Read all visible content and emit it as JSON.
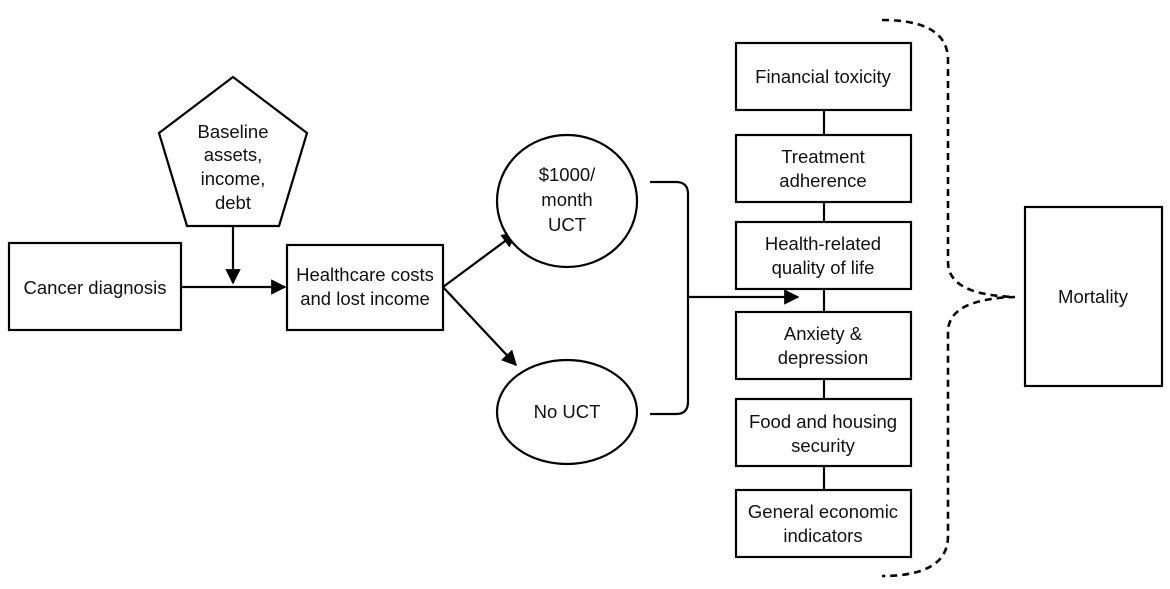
{
  "nodes": {
    "cancer_diagnosis": "Cancer diagnosis",
    "baseline": [
      "Baseline",
      "assets,",
      "income,",
      "debt"
    ],
    "healthcare_costs": [
      "Healthcare costs",
      "and lost income"
    ],
    "uct_1000": [
      "$1000/",
      "month",
      "UCT"
    ],
    "no_uct": "No UCT",
    "mortality": "Mortality"
  },
  "outcomes": [
    [
      "Financial toxicity"
    ],
    [
      "Treatment",
      "adherence"
    ],
    [
      "Health-related",
      "quality of life"
    ],
    [
      "Anxiety &",
      "depression"
    ],
    [
      "Food and housing",
      "security"
    ],
    [
      "General economic",
      "indicators"
    ]
  ]
}
